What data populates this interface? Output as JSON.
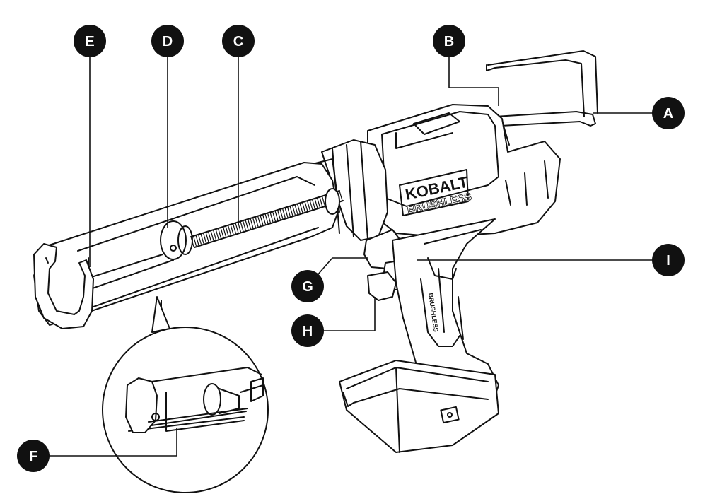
{
  "brand": {
    "name": "KOBALT",
    "subtitle": "BRUSHLESS",
    "grip_text": "BRUSHLESS"
  },
  "callouts": [
    {
      "id": "A",
      "label": "A"
    },
    {
      "id": "B",
      "label": "B"
    },
    {
      "id": "C",
      "label": "C"
    },
    {
      "id": "D",
      "label": "D"
    },
    {
      "id": "E",
      "label": "E"
    },
    {
      "id": "F",
      "label": "F"
    },
    {
      "id": "G",
      "label": "G"
    },
    {
      "id": "H",
      "label": "H"
    },
    {
      "id": "I",
      "label": "I"
    }
  ],
  "colors": {
    "line": "#111111",
    "badge": "#111111",
    "badge_text": "#ffffff",
    "background": "#ffffff"
  }
}
